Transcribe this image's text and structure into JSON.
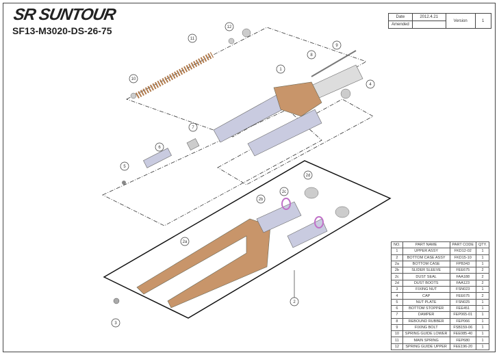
{
  "brand": "SR SUNTOUR",
  "model": "SF13-M3020-DS-26-75",
  "version_box": {
    "date_label": "Date",
    "date": "2012.4.21",
    "amended_label": "Amended",
    "amended": "",
    "version_label": "Version",
    "version": "1"
  },
  "callouts": [
    "11",
    "12",
    "10",
    "8",
    "9",
    "1",
    "4",
    "7",
    "6",
    "5",
    "2d",
    "2c",
    "2b",
    "2a",
    "3",
    "2"
  ],
  "parts_table": {
    "headers": [
      "NO.",
      "PART NAME",
      "PART CODE",
      "QTY."
    ],
    "rows": [
      [
        "1",
        "UPPER ASSY",
        "FKD12-02",
        "1"
      ],
      [
        "2",
        "BOTTOM CASE ASSY",
        "FKD15-10",
        "1"
      ],
      [
        "2a",
        "BOTTOM CASE",
        "FPB343",
        "1"
      ],
      [
        "2b",
        "SLIDER SLEEVE",
        "FEE675",
        "2"
      ],
      [
        "2c",
        "DUST SEAL",
        "FAA188",
        "2"
      ],
      [
        "2d",
        "DUST BOOTS",
        "FAA123",
        "2"
      ],
      [
        "3",
        "FIXING NUT",
        "FSN023",
        "1"
      ],
      [
        "4",
        "CAP",
        "FEE675",
        "2"
      ],
      [
        "5",
        "NUT PLATE",
        "FSN025",
        "1"
      ],
      [
        "6",
        "BOTTOM STOPPER",
        "FEE451",
        "1"
      ],
      [
        "7",
        "DAMPER",
        "FEP065-01",
        "1"
      ],
      [
        "8",
        "REBOUND RUBBER",
        "FEP066",
        "1"
      ],
      [
        "9",
        "FIXING BOLT",
        "FSB159-06",
        "1"
      ],
      [
        "10",
        "SPRING GUIDE LOWER",
        "FEE085-40",
        "1"
      ],
      [
        "11",
        "MAIN SPRING",
        "FEP680",
        "1"
      ],
      [
        "12",
        "SPRING GUIDE UPPER",
        "FEE196-20",
        "1"
      ]
    ]
  },
  "colors": {
    "casting": "#c8956a",
    "tube": "#c9cbe0",
    "seal": "#c070c8"
  }
}
